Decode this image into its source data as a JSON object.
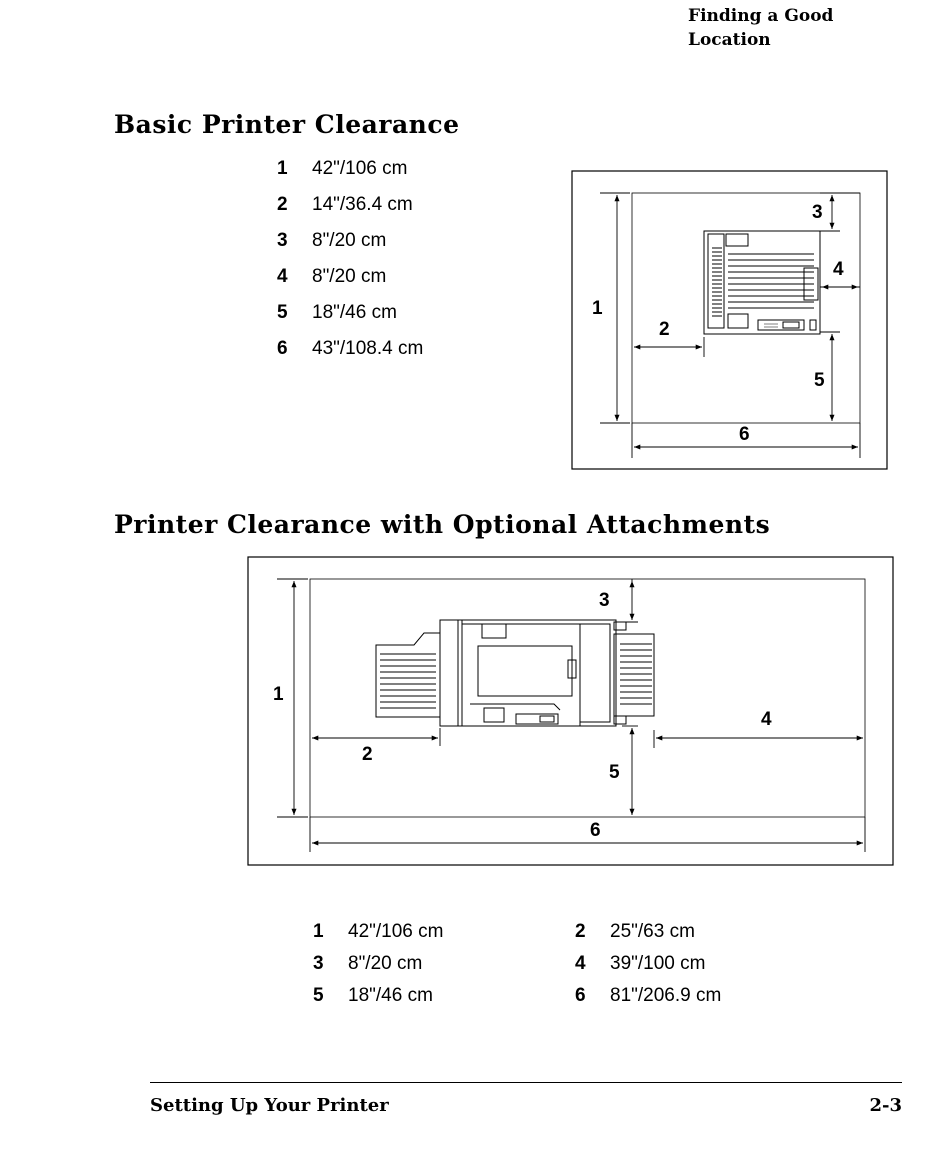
{
  "header": {
    "running_head_line1": "Finding a Good",
    "running_head_line2": "Location"
  },
  "basic_section": {
    "heading": "Basic Printer Clearance",
    "items": [
      {
        "num": "1",
        "value": "42\"/106 cm"
      },
      {
        "num": "2",
        "value": "14\"/36.4 cm"
      },
      {
        "num": "3",
        "value": "8\"/20 cm"
      },
      {
        "num": "4",
        "value": "8\"/20 cm"
      },
      {
        "num": "5",
        "value": "18\"/46 cm"
      },
      {
        "num": "6",
        "value": "43\"/108.4 cm"
      }
    ],
    "diagram_labels": [
      "1",
      "2",
      "3",
      "4",
      "5",
      "6"
    ]
  },
  "optional_section": {
    "heading": "Printer Clearance with Optional Attachments",
    "items": [
      {
        "num": "1",
        "value": "42\"/106 cm"
      },
      {
        "num": "2",
        "value": "25\"/63 cm"
      },
      {
        "num": "3",
        "value": "8\"/20 cm"
      },
      {
        "num": "4",
        "value": "39\"/100 cm"
      },
      {
        "num": "5",
        "value": "18\"/46 cm"
      },
      {
        "num": "6",
        "value": "81\"/206.9 cm"
      }
    ],
    "diagram_labels": [
      "1",
      "2",
      "3",
      "4",
      "5",
      "6"
    ]
  },
  "footer": {
    "title": "Setting Up Your Printer",
    "page": "2-3"
  }
}
